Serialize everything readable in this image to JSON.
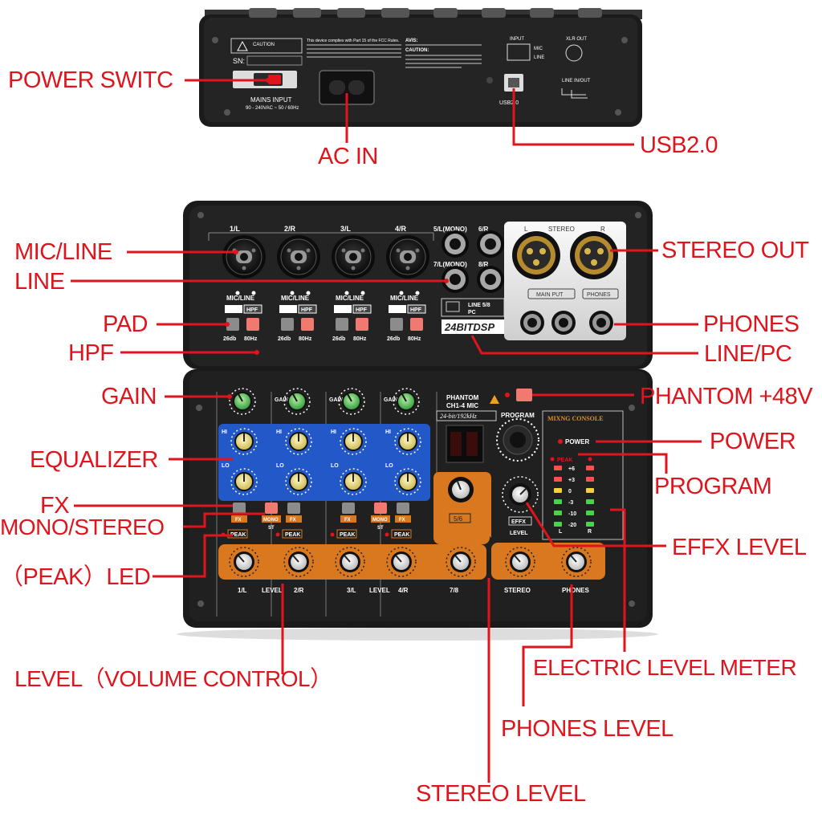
{
  "colors": {
    "callout": "#e0141c",
    "panel": "#1c1c1c",
    "eq_panel": "#2358c8",
    "level_panel": "#d9781e",
    "knob_cap": "#e6d98a",
    "gain_cap": "#4fbf5a"
  },
  "callouts": {
    "power_switch": "POWER SWITC",
    "ac_in": "AC IN",
    "usb": "USB2.0",
    "mic_line": "MIC/LINE",
    "line": "LINE",
    "pad": "PAD",
    "hpf": "HPF",
    "gain": "GAIN",
    "equalizer": "EQUALIZER",
    "fx": "FX",
    "mono_stereo": "MONO/STEREO",
    "peak_led": "（PEAK）LED",
    "level_volume": "LEVEL（VOLUME CONTROL）",
    "stereo_out": "STEREO OUT",
    "phones": "PHONES",
    "line_pc": "LINE/PC",
    "phantom": "PHANTOM +48V",
    "power": "POWER",
    "program": "PROGRAM",
    "effx_level": "EFFX LEVEL",
    "electric_level_meter": "ELECTRIC LEVEL METER",
    "phones_level": "PHONES LEVEL",
    "stereo_level": "STEREO LEVEL"
  },
  "rear_panel": {
    "caution": "CAUTION",
    "sn": "SN:",
    "mains_input": "MAINS INPUT",
    "mains_rating": "90 - 240VAC ~ 50 / 60Hz",
    "fcc_text": "This device complies with Part 15 of the FCC Rules.",
    "avis": "AVIS:",
    "caution2": "CAUTION:",
    "input": "INPUT",
    "xlr_out": "XLR OUT",
    "mic": "MIC",
    "line": "LINE",
    "line_in_out": "LINE IN/OUT",
    "usb_label": "USB2.0"
  },
  "front_panel": {
    "channels": [
      "1/L",
      "2/R",
      "3/L",
      "4/R"
    ],
    "jack_channels": [
      "5/L(MONO)",
      "6/R",
      "7/L(MONO)",
      "8/R"
    ],
    "mic_line": "MIC/LINE",
    "pad": "PAD",
    "hpf": "HPF",
    "pad_value": "26db",
    "hpf_value": "80Hz",
    "stereo": "STEREO",
    "stereo_l": "L",
    "stereo_r": "R",
    "main_put": "MAIN PUT",
    "phones": "PHONES",
    "line_pc": "LINE 5/8",
    "pc": "PC",
    "dsp": "24BITDSP",
    "gain": "GAIN",
    "hi": "HI",
    "lo": "LO",
    "fx": "FX",
    "mono": "MONO",
    "st": "ST",
    "peak": "PEAK",
    "phantom": "PHANTOM",
    "phantom_sub": "CH1-4 MIC",
    "sample_rate": "24-bit/192kHz",
    "program": "PROGRAM",
    "mixing_console": "MIXNG CONSOLE",
    "power": "POWER",
    "meter_peak": "PEAK",
    "meter_scale": [
      "+6",
      "+3",
      "0",
      "-3",
      "-10",
      "-20"
    ],
    "meter_l": "L",
    "meter_r": "R",
    "effx": "EFFX",
    "level": "LEVEL",
    "knob_56": "5/6",
    "bottom": [
      "1/L",
      "LEVEL",
      "2/R",
      "3/L",
      "LEVEL",
      "4/R",
      "7/8",
      "STEREO",
      "PHONES"
    ]
  }
}
